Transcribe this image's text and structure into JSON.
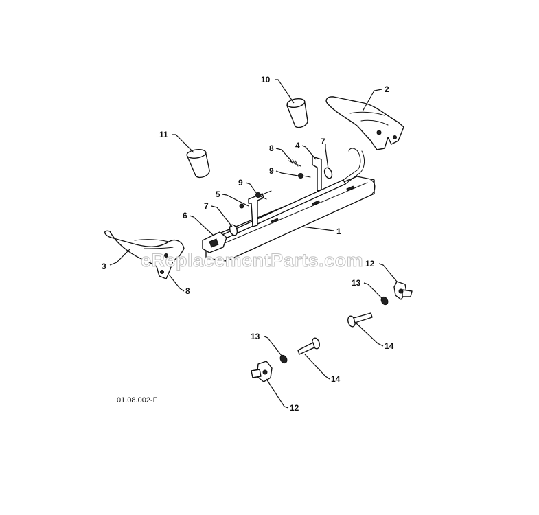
{
  "diagram": {
    "drawing_code": "01.08.002-F",
    "watermark": "eReplacementParts.com",
    "callouts": {
      "c1": "1",
      "c2": "2",
      "c3": "3",
      "c4": "4",
      "c5": "5",
      "c6": "6",
      "c7a": "7",
      "c7b": "7",
      "c8a": "8",
      "c8b": "8",
      "c9a": "9",
      "c9b": "9",
      "c10": "10",
      "c11": "11",
      "c12a": "12",
      "c12b": "12",
      "c13a": "13",
      "c13b": "13",
      "c14a": "14",
      "c14b": "14"
    }
  }
}
